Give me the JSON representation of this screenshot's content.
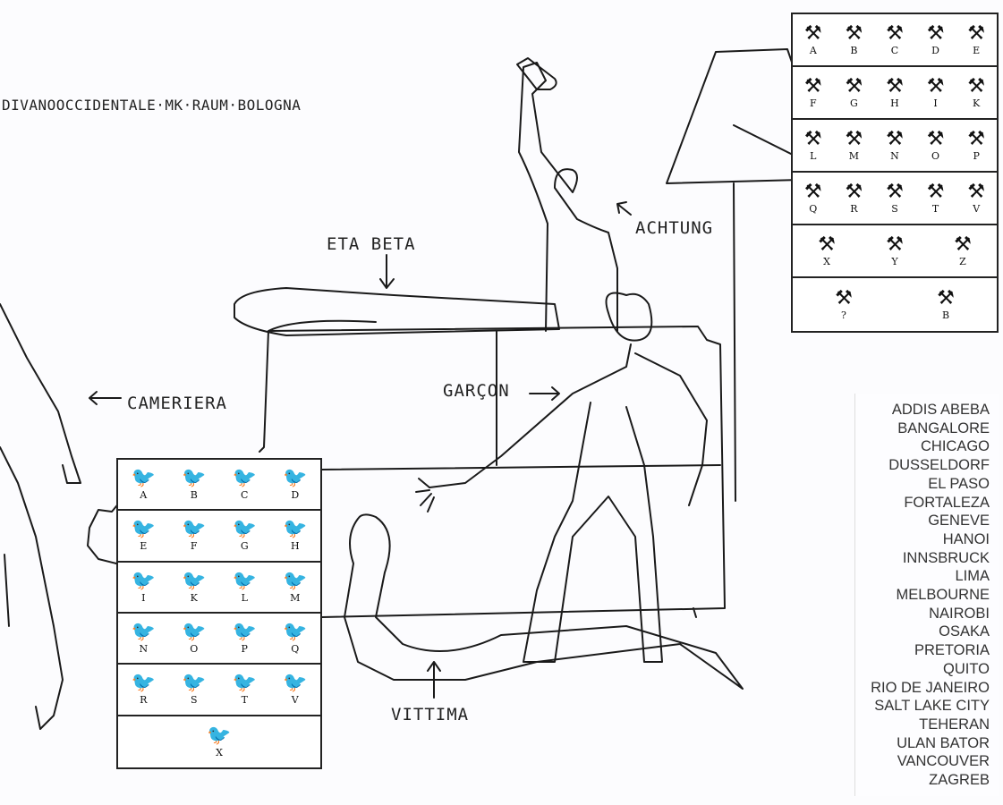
{
  "title": "DIVANOOCCIDENTALE·MK·RAUM·BOLOGNA",
  "labels": {
    "eta_beta": "ETA BETA",
    "achtung": "ACHTUNG",
    "cameriera": "CAMERIERA",
    "garcon": "GARÇON",
    "vittima": "VITTIMA"
  },
  "tool_alphabet_rows": [
    [
      "A",
      "B",
      "C",
      "D",
      "E"
    ],
    [
      "F",
      "G",
      "H",
      "I",
      "K"
    ],
    [
      "L",
      "M",
      "N",
      "O",
      "P"
    ],
    [
      "Q",
      "R",
      "S",
      "T",
      "V"
    ],
    [
      "X",
      "Y",
      "Z"
    ],
    [
      "?",
      "B"
    ]
  ],
  "bird_alphabet_rows": [
    [
      "A",
      "B",
      "C",
      "D"
    ],
    [
      "E",
      "F",
      "G",
      "H"
    ],
    [
      "I",
      "K",
      "L",
      "M"
    ],
    [
      "N",
      "O",
      "P",
      "Q"
    ],
    [
      "R",
      "S",
      "T",
      "V"
    ],
    [
      "X"
    ]
  ],
  "cities": [
    "ADDIS ABEBA",
    "BANGALORE",
    "CHICAGO",
    "DUSSELDORF",
    "EL PASO",
    "FORTALEZA",
    "GENEVE",
    "HANOI",
    "INNSBRUCK",
    "LIMA",
    "MELBOURNE",
    "NAIROBI",
    "OSAKA",
    "PRETORIA",
    "QUITO",
    "RIO DE JANEIRO",
    "SALT LAKE CITY",
    "TEHERAN",
    "ULAN BATOR",
    "VANCOUVER",
    "ZAGREB"
  ]
}
